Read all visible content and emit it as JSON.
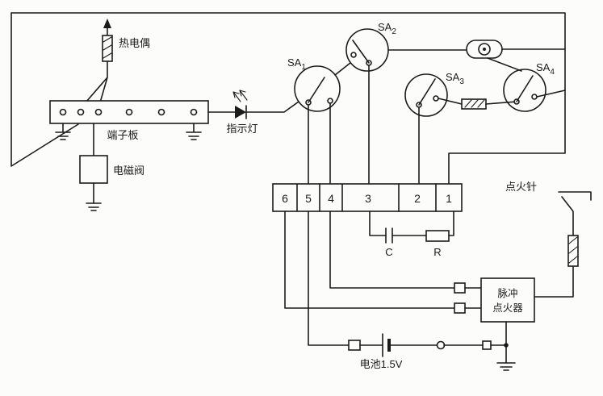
{
  "figure": {
    "colors": {
      "paper": "#fcfcfa",
      "ink": "#1b1b1b"
    },
    "labels": {
      "thermocouple": "热电偶",
      "terminal_board": "端子板",
      "solenoid_valve": "电磁阀",
      "indicator_light": "指示灯",
      "ignition_needle": "点火针",
      "battery": "电池1.5V",
      "capacitor": "C",
      "resistor": "R"
    },
    "pulse_igniter": {
      "line1": "脉冲",
      "line2": "点火器"
    },
    "switches": [
      {
        "base": "SA",
        "sub": "1"
      },
      {
        "base": "SA",
        "sub": "2"
      },
      {
        "base": "SA",
        "sub": "3"
      },
      {
        "base": "SA",
        "sub": "4"
      }
    ],
    "terminal_strip": {
      "numbers": [
        "6",
        "5",
        "4",
        "3",
        "2",
        "1"
      ]
    }
  }
}
